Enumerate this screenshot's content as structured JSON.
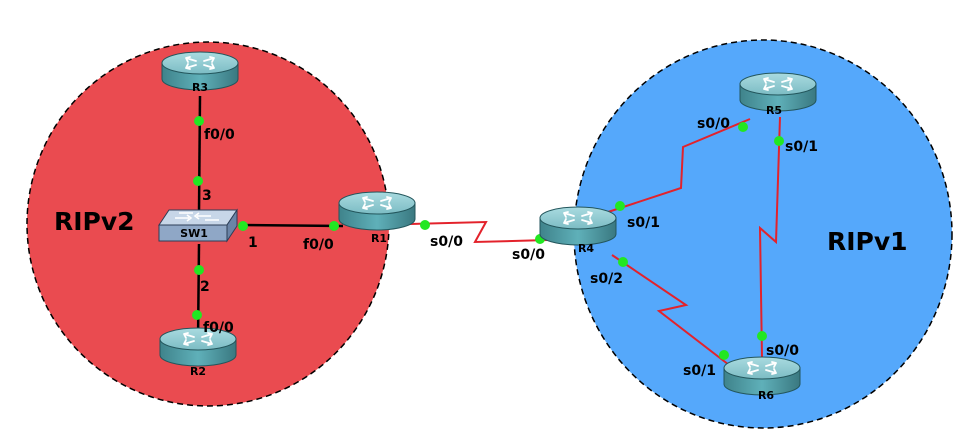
{
  "colors": {
    "ripv2_area": "#EA4B50",
    "ripv1_area": "#55A8FB",
    "ethernet_link": "#000000",
    "serial_link": "#E3222B",
    "port_dot": "#22E722",
    "router_body": "#4E9BA4",
    "router_top": "#8CC8CF",
    "switch_body": "#8FA7C6"
  },
  "zones": [
    {
      "name": "RIPv2"
    },
    {
      "name": "RIPv1"
    }
  ],
  "devices": [
    {
      "name": "R3",
      "type": "router",
      "icon": "router-icon"
    },
    {
      "name": "SW1",
      "type": "switch",
      "icon": "switch-icon"
    },
    {
      "name": "R2",
      "type": "router",
      "icon": "router-icon"
    },
    {
      "name": "R1",
      "type": "router",
      "icon": "router-icon"
    },
    {
      "name": "R4",
      "type": "router",
      "icon": "router-icon"
    },
    {
      "name": "R5",
      "type": "router",
      "icon": "router-icon"
    },
    {
      "name": "R6",
      "type": "router",
      "icon": "router-icon"
    }
  ],
  "links": [
    {
      "from": "R3",
      "to": "SW1",
      "media": "ethernet",
      "from_if": "f0/0",
      "to_if": "3"
    },
    {
      "from": "SW1",
      "to": "R2",
      "media": "ethernet",
      "from_if": "2",
      "to_if": "f0/0"
    },
    {
      "from": "SW1",
      "to": "R1",
      "media": "ethernet",
      "from_if": "1",
      "to_if": "f0/0"
    },
    {
      "from": "R1",
      "to": "R4",
      "media": "serial",
      "from_if": "s0/0",
      "to_if": "s0/0"
    },
    {
      "from": "R4",
      "to": "R5",
      "media": "serial",
      "from_if": "s0/1",
      "to_if": "s0/0"
    },
    {
      "from": "R4",
      "to": "R6",
      "media": "serial",
      "from_if": "s0/2",
      "to_if": "s0/1"
    },
    {
      "from": "R5",
      "to": "R6",
      "media": "serial",
      "from_if": "s0/1",
      "to_if": "s0/0"
    }
  ]
}
